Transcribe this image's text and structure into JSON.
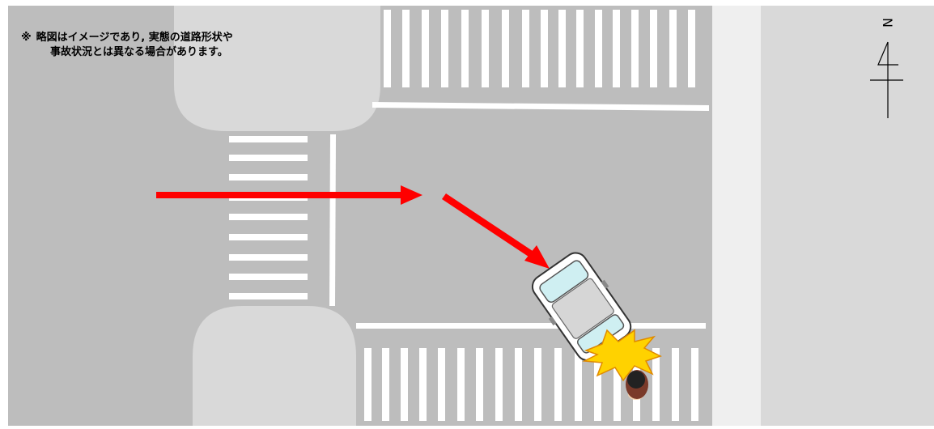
{
  "note": {
    "mark": "※",
    "line1": "略図はイメージであり, 実態の道路形状や",
    "line2": "事故状況とは異なる場合があります。"
  },
  "compass": {
    "letter": "N",
    "icon": "north-arrow-icon"
  },
  "colors": {
    "road": "#bdbdbd",
    "sidewalk": "#d9d9d9",
    "sidewalk_strip": "#efefef",
    "marking": "#ffffff",
    "arrow": "#ff0000",
    "impact": "#ffd200"
  },
  "icons": [
    "vehicle-icon",
    "pedestrian-icon",
    "impact-burst-icon",
    "path-arrow-icon"
  ]
}
